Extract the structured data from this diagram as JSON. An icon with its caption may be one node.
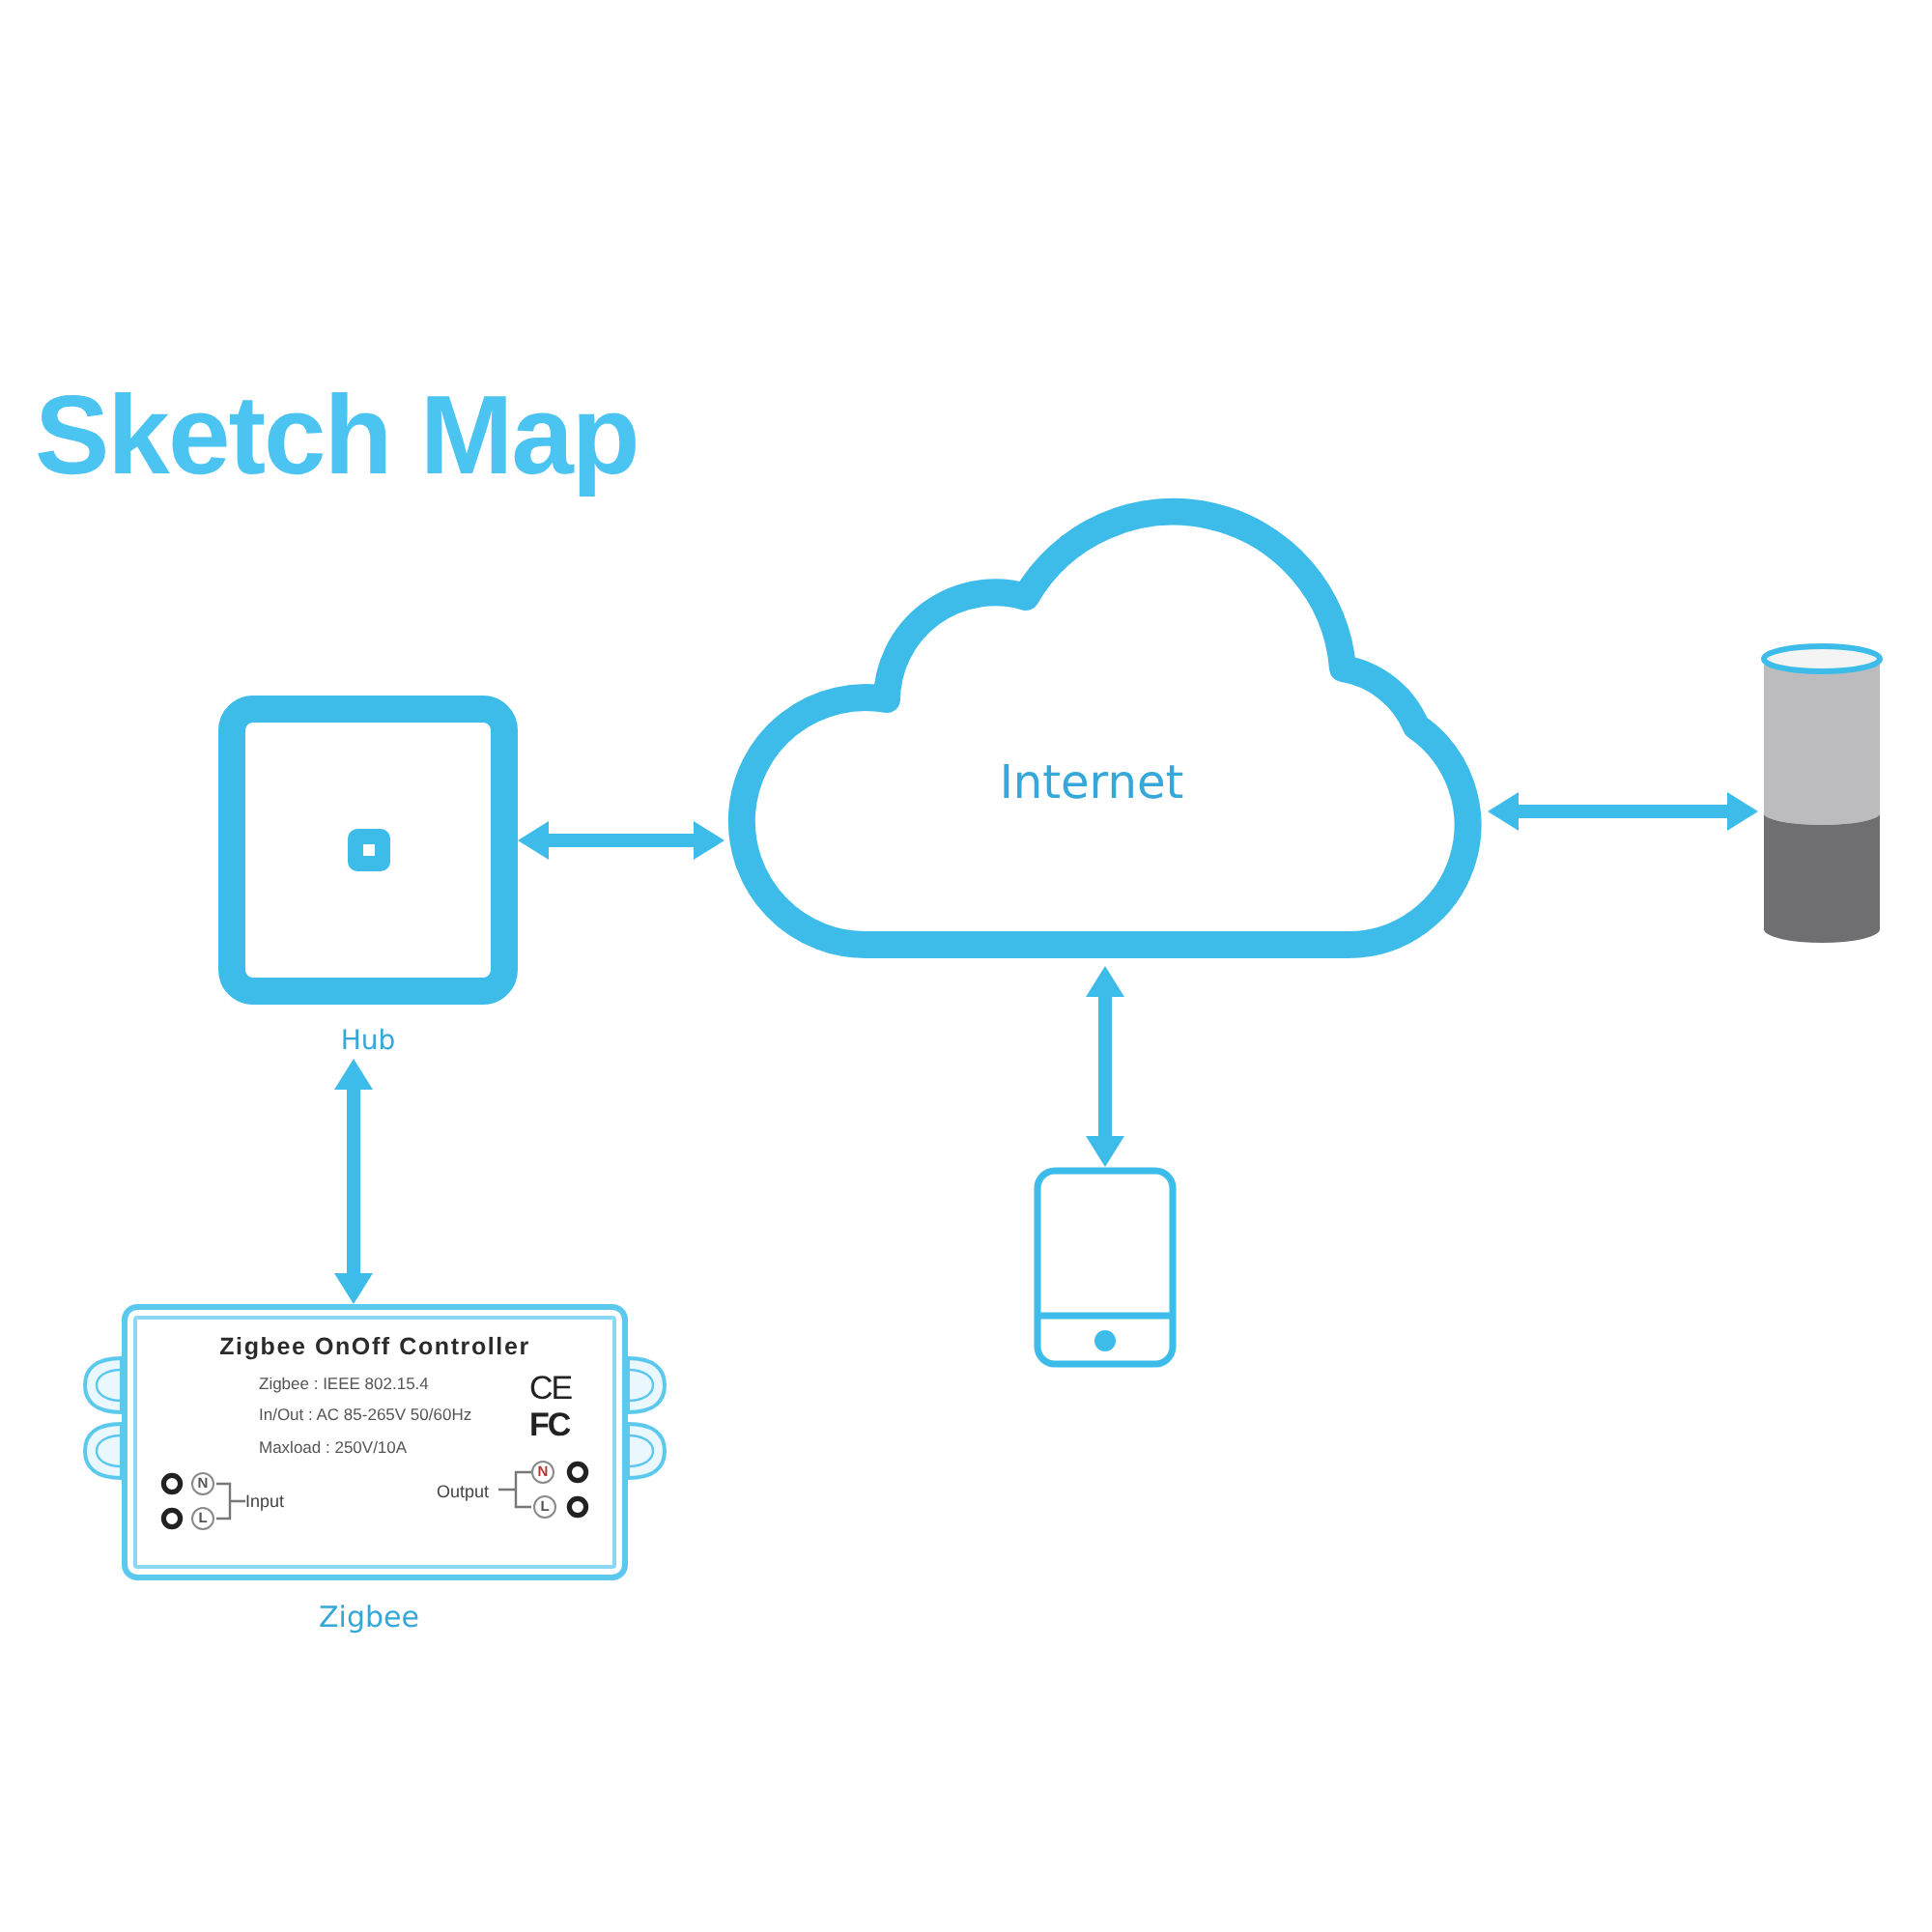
{
  "diagram": {
    "title": "Sketch Map",
    "nodes": [
      {
        "text": [
          "Hub"
        ]
      },
      {
        "text": [
          "Internet"
        ]
      },
      {
        "text": [],
        "shape": "cylinder"
      },
      {
        "text": [],
        "shape": "picture"
      },
      {
        "text": [
          "Zigbee OnOff Controller",
          "Zigbee : IEEE 802.15.4",
          "In/Out : AC 85-265V 50/60Hz",
          "Maxload : 250V/10A",
          "CE",
          "FC",
          "N",
          "L",
          "Input",
          "Output",
          "N",
          "L"
        ],
        "beside": [
          "Zigbee"
        ]
      }
    ],
    "edges": [
      {
        "from": 0,
        "to": 1,
        "arrow": "both"
      },
      {
        "from": 1,
        "to": 2,
        "arrow": "both"
      },
      {
        "from": 1,
        "to": 3,
        "arrow": "both"
      },
      {
        "from": 0,
        "to": 4,
        "arrow": "both"
      }
    ]
  }
}
